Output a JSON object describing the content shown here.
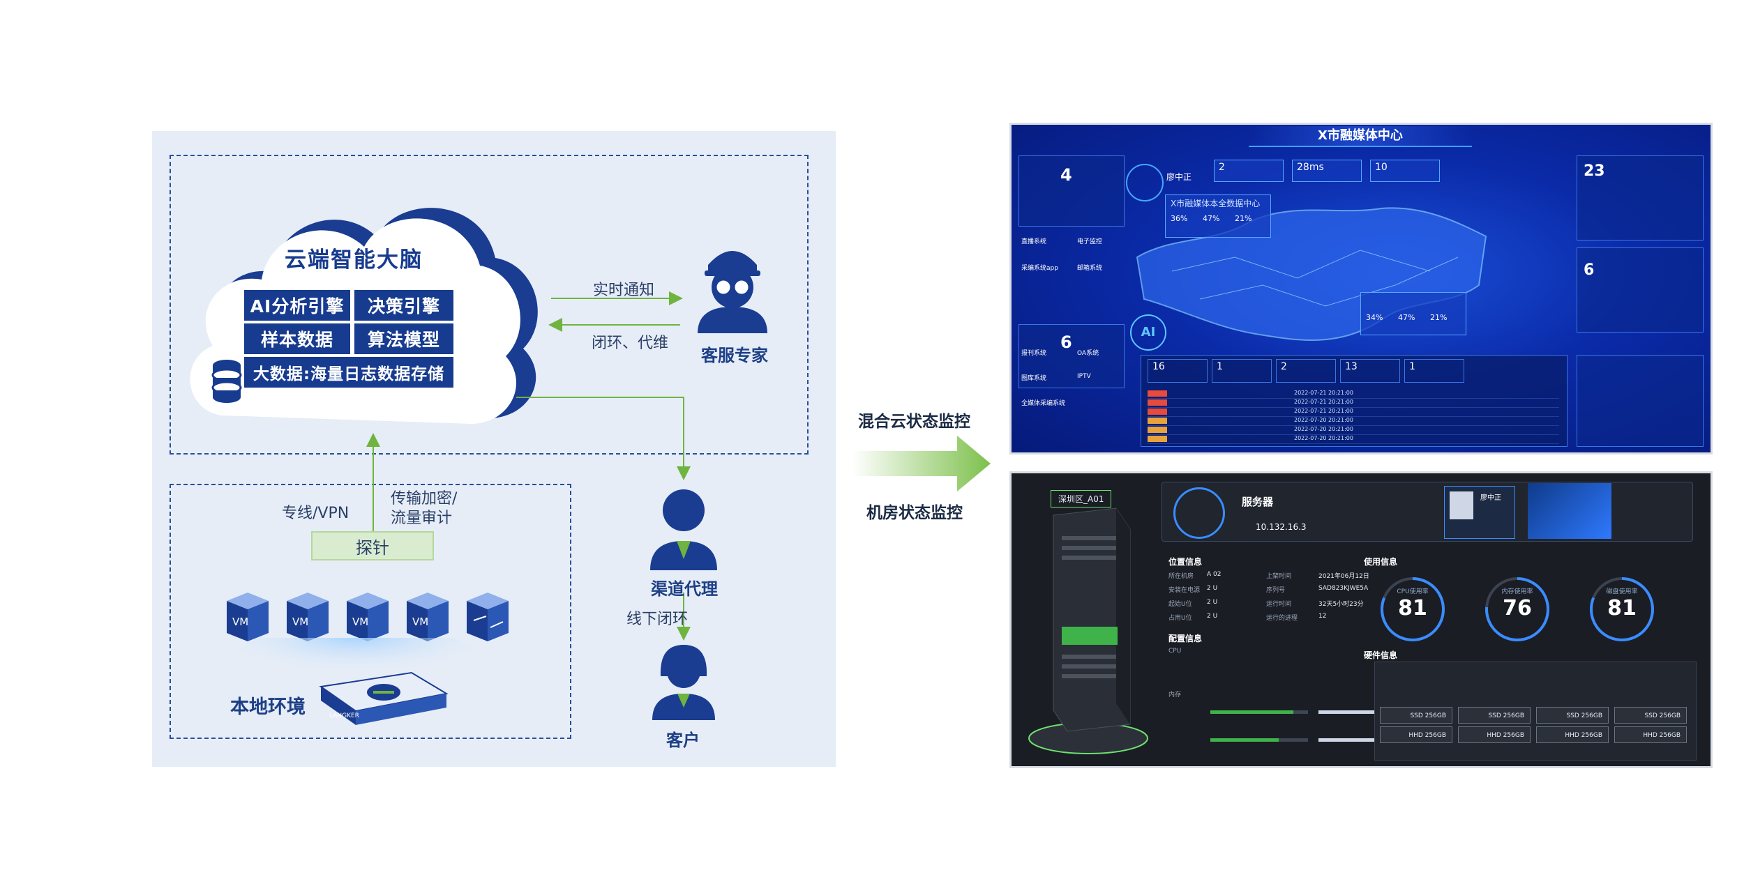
{
  "cloud": {
    "title": "云端智能大脑",
    "modules": [
      "AI分析引擎",
      "决策引擎",
      "样本数据",
      "算法模型"
    ],
    "bigdata": "大数据:海量日志数据存储"
  },
  "people": {
    "expert": "客服专家",
    "agent": "渠道代理",
    "customer": "客户"
  },
  "arrows": {
    "notify": "实时通知",
    "closed_loop": "闭环、代维",
    "offline": "线下闭环",
    "vpn": "专线/VPN",
    "encrypt": "传输加密/\n流量审计"
  },
  "local": {
    "probe": "探针",
    "title": "本地环境",
    "vm_label": "VM",
    "device_brand": "LANGKER"
  },
  "flow": {
    "hybrid": "混合云状态监控",
    "room": "机房状态监控"
  },
  "screen1": {
    "title": "X市融媒体中心",
    "stats_top": [
      "2",
      "28ms",
      "10"
    ],
    "left_stat_a": "4",
    "left_stat_b": "6",
    "person_name": "廖中正",
    "panel_title": "X市融媒体本全数据中心",
    "percents_a": [
      "36%",
      "47%",
      "21%"
    ],
    "percents_b": [
      "34%",
      "47%",
      "21%"
    ],
    "right_top": "23",
    "right_mid": "6",
    "left_items": [
      "直播系统",
      "电子监控",
      "采编系统app",
      "邮箱系统",
      "报刊系统",
      "OA系统",
      "图库系统",
      "IPTV",
      "全媒体采编系统"
    ],
    "table_stats": [
      "16",
      "1",
      "2",
      "13",
      "1"
    ],
    "table_rows": [
      "2022-07-21 20:21:00",
      "2022-07-21 20:21:00",
      "2022-07-21 20:21:00",
      "2022-07-20 20:21:00",
      "2022-07-20 20:21:00",
      "2022-07-20 20:21:00"
    ],
    "ai_label": "AI"
  },
  "screen2": {
    "location": "深圳区_A01",
    "device": "服务器",
    "ip": "10.132.16.3",
    "person_name": "廖中正",
    "section_position": "位置信息",
    "section_config": "配置信息",
    "section_usage": "使用信息",
    "section_hardware": "硬件信息",
    "position_rows": [
      [
        "所在机房",
        "A 02",
        "上架时间",
        "2021年06月12日"
      ],
      [
        "安装在电源",
        "2 U",
        "序列号",
        "SAD823KJWE5A"
      ],
      [
        "起始U位",
        "2 U",
        "运行时间",
        "32天5小时23分"
      ],
      [
        "占用U位",
        "2 U",
        "运行的进程",
        "12"
      ]
    ],
    "gauges": [
      {
        "label": "CPU使用率",
        "value": 81
      },
      {
        "label": "内存使用率",
        "value": 76
      },
      {
        "label": "磁盘使用率",
        "value": 81
      }
    ],
    "disks": [
      "SSD 256GB",
      "SSD 256GB",
      "SSD 256GB",
      "SSD 256GB",
      "HHD 256GB",
      "HHD 256GB",
      "HHD 256GB",
      "HHD 256GB"
    ],
    "cpu_label": "CPU",
    "memory_label": "内存"
  },
  "colors": {
    "navy": "#173b8f",
    "green": "#6fb43f",
    "panel_bg": "#e6edf7",
    "screen1_bg": "#07208f",
    "screen2_bg": "#1a1d24"
  }
}
